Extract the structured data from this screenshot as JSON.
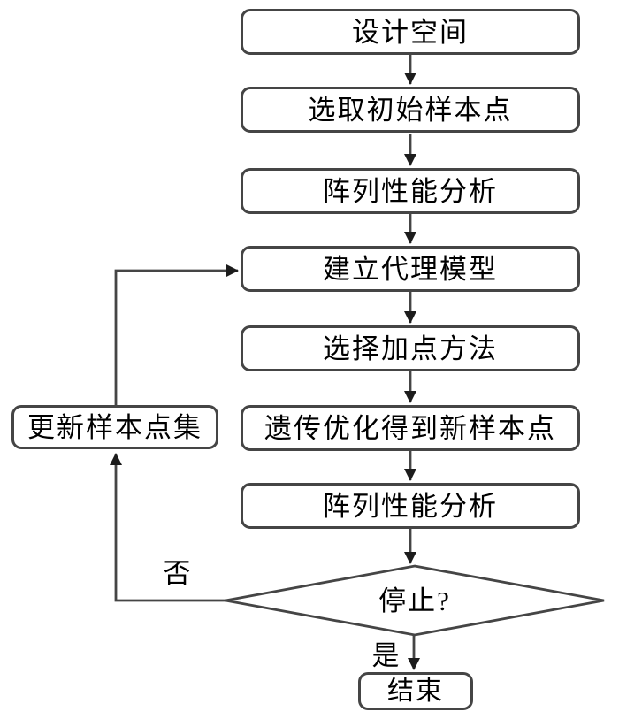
{
  "colors": {
    "background": "#ffffff",
    "line": "#454545",
    "arrow": "#1c1c1c",
    "text": "#000000"
  },
  "nodes": {
    "process": [
      {
        "label": "设计空间"
      },
      {
        "label": "选取初始样本点"
      },
      {
        "label": "阵列性能分析"
      },
      {
        "label": "建立代理模型"
      },
      {
        "label": "选择加点方法"
      },
      {
        "label": "遗传优化得到新样本点"
      },
      {
        "label": "阵列性能分析"
      }
    ],
    "decision": {
      "label": "停止?"
    },
    "side": {
      "label": "更新样本点集"
    },
    "terminal": {
      "label": "结束"
    },
    "branch_labels": {
      "no": "否",
      "yes": "是"
    }
  }
}
